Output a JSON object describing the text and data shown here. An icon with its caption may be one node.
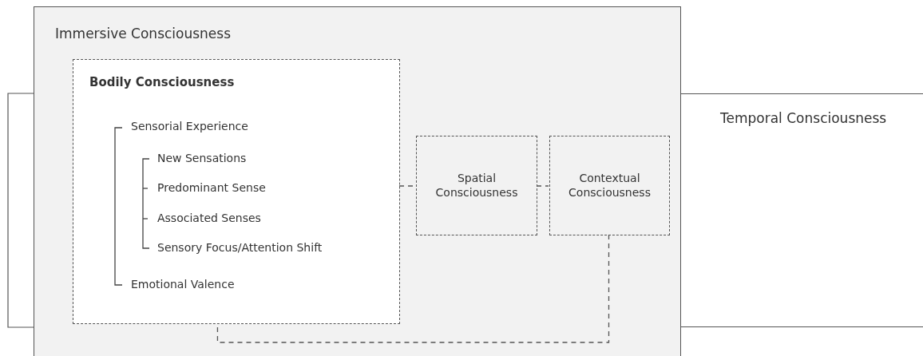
{
  "diagram": {
    "nodes": [
      {
        "text": [
          "Temporal Consciousness"
        ]
      },
      {
        "text": [
          "Immersive Consciousness"
        ]
      },
      {
        "text": [
          "Bodily Consciousness",
          "Sensorial Experience",
          "New Sensations",
          "Predominant Sense",
          "Associated Senses",
          "Sensory Focus/Attention Shift",
          "Emotional Valence"
        ],
        "in": 1
      },
      {
        "text": [
          "Spatial Consciousness"
        ],
        "in": 1
      },
      {
        "text": [
          "Contextual Consciousness"
        ],
        "in": 1
      }
    ],
    "edges": [
      {
        "from": 2,
        "to": 3,
        "arrow": "none",
        "style": "dashed"
      },
      {
        "from": 3,
        "to": 4,
        "arrow": "none",
        "style": "dashed"
      },
      {
        "from": 4,
        "to": 2,
        "arrow": "none",
        "style": "dashed"
      }
    ]
  }
}
